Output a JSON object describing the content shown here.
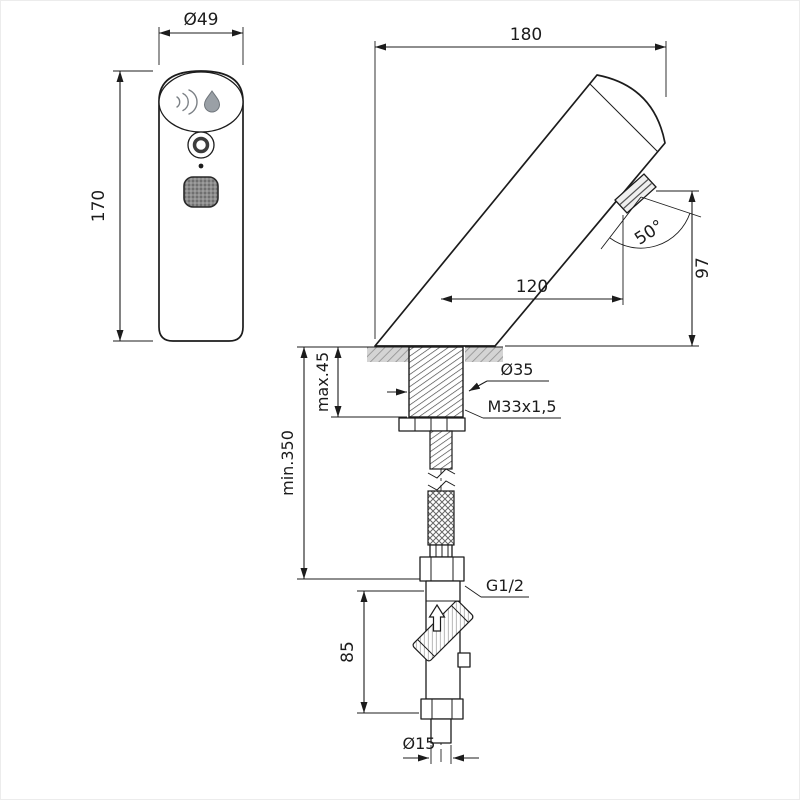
{
  "front_view": {
    "top_diameter": "Ø49",
    "body_height": "170"
  },
  "side_view": {
    "spout_length": "180",
    "spout_angle": "50°",
    "outlet_reach": "120",
    "outlet_height": "97",
    "deck_thickness_max": "max.45",
    "shank_diameter": "Ø35",
    "shank_thread": "M33x1,5",
    "clearance_min": "min.350",
    "hose_connection": "G1/2",
    "valve_section_height": "85",
    "supply_pipe_diameter": "Ø15"
  },
  "colors": {
    "line": "#1c1c1c",
    "deck_fill": "#d4d4d4"
  }
}
